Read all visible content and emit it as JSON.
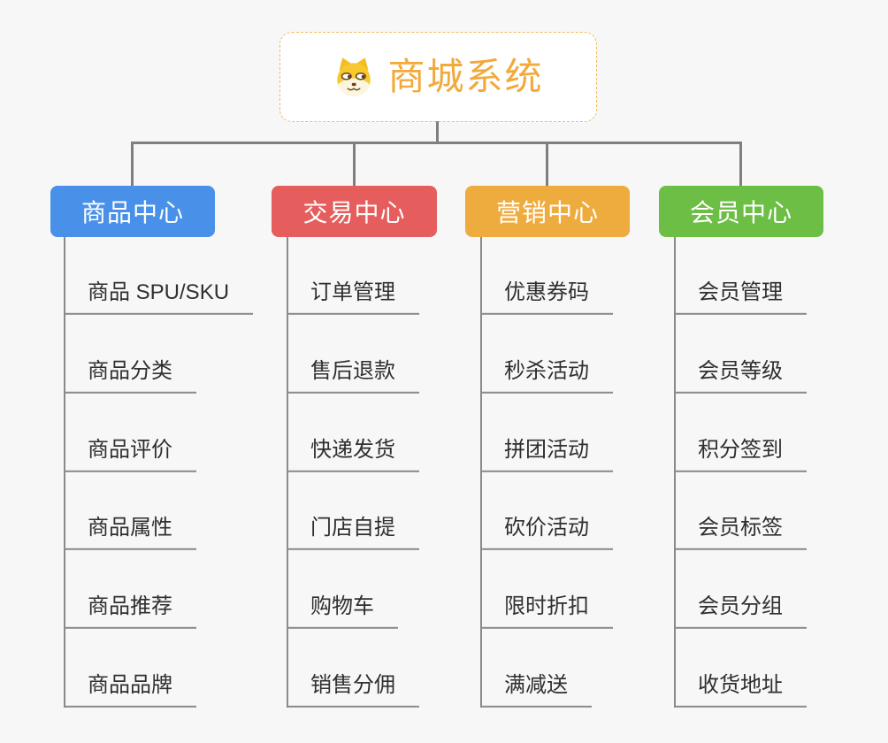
{
  "page": {
    "background": "#F7F7F8"
  },
  "root": {
    "title": "商城系统",
    "icon": "doge-icon",
    "accent_color": "#F2A93B",
    "border_color": "#F0BA5E"
  },
  "connector_color": "#7F7F7F",
  "leaf_line_color": "#8A8A8A",
  "branches": [
    {
      "title": "商品中心",
      "color": "#4990E8",
      "items": [
        "商品 SPU/SKU",
        "商品分类",
        "商品评价",
        "商品属性",
        "商品推荐",
        "商品品牌"
      ]
    },
    {
      "title": "交易中心",
      "color": "#E55D5D",
      "items": [
        "订单管理",
        "售后退款",
        "快递发货",
        "门店自提",
        "购物车",
        "销售分佣"
      ]
    },
    {
      "title": "营销中心",
      "color": "#EFAC3E",
      "items": [
        "优惠券码",
        "秒杀活动",
        "拼团活动",
        "砍价活动",
        "限时折扣",
        "满减送"
      ]
    },
    {
      "title": "会员中心",
      "color": "#6CBE45",
      "items": [
        "会员管理",
        "会员等级",
        "积分签到",
        "会员标签",
        "会员分组",
        "收货地址"
      ]
    }
  ]
}
